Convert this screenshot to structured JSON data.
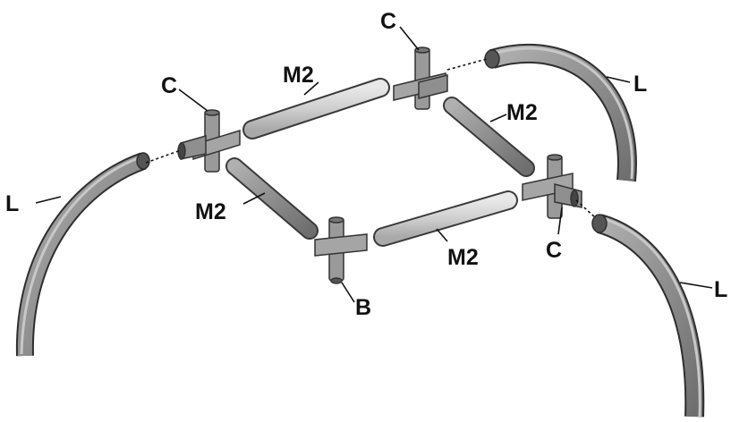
{
  "labels": {
    "C": "C",
    "M2": "M2",
    "L": "L",
    "B": "B"
  },
  "colors": {
    "tube_dark": "#8b8b8b",
    "tube_light": "#d4d4d4",
    "tube_outline": "#3a3a3a",
    "connector": "#9a9a9a",
    "text": "#111111"
  }
}
